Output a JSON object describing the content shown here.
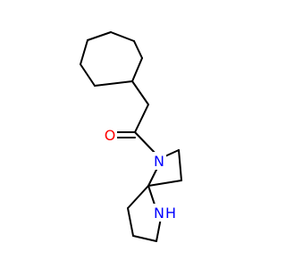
{
  "molecule": {
    "colors": {
      "bond": "#000000",
      "oxygen": "#ff0000",
      "nitrogen": "#0000ff",
      "background": "#ffffff"
    },
    "atoms": {
      "oxygen": {
        "label": "O"
      },
      "amide_nitrogen": {
        "label": "N"
      },
      "amine_nitrogen": {
        "label": "N"
      },
      "amine_hydrogen": {
        "label": "H"
      }
    }
  }
}
